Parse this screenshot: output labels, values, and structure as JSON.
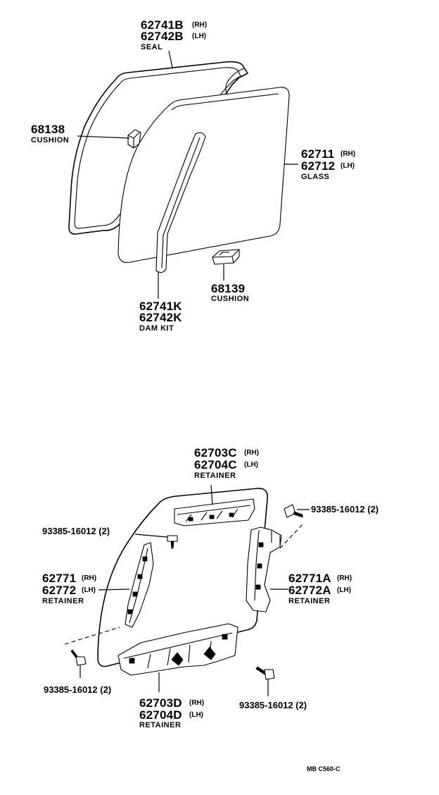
{
  "labels": {
    "seal": {
      "pn_rh": "62741B",
      "rh": "(RH)",
      "pn_lh": "62742B",
      "lh": "(LH)",
      "name": "SEAL"
    },
    "cushion_upper": {
      "pn": "68138",
      "name": "CUSHION"
    },
    "glass": {
      "pn_rh": "62711",
      "rh": "(RH)",
      "pn_lh": "62712",
      "lh": "(LH)",
      "name": "GLASS"
    },
    "cushion_lower": {
      "pn": "68139",
      "name": "CUSHION"
    },
    "dam_kit": {
      "pn_rh": "62741K",
      "pn_lh": "62742K",
      "name": "DAM KIT"
    },
    "retainer_top": {
      "pn_rh": "62703C",
      "rh": "(RH)",
      "pn_lh": "62704C",
      "lh": "(LH)",
      "name": "RETAINER"
    },
    "bolt_top_right": {
      "text": "93385-16012 (2)"
    },
    "bolt_top_left": {
      "text": "93385-16012 (2)"
    },
    "retainer_left": {
      "pn_rh": "62771",
      "rh": "(RH)",
      "pn_lh": "62772",
      "lh": "(LH)",
      "name": "RETAINER"
    },
    "retainer_right": {
      "pn_rh": "62771A",
      "rh": "(RH)",
      "pn_lh": "62772A",
      "lh": "(LH)",
      "name": "RETAINER"
    },
    "bolt_bottom_left": {
      "text": "93385-16012 (2)"
    },
    "bolt_bottom_right": {
      "text": "93385-16012 (2)"
    },
    "retainer_bottom": {
      "pn_rh": "62703D",
      "rh": "(RH)",
      "pn_lh": "62704D",
      "lh": "(LH)",
      "name": "RETAINER"
    }
  },
  "footer": {
    "code": "MB  C560-C"
  }
}
